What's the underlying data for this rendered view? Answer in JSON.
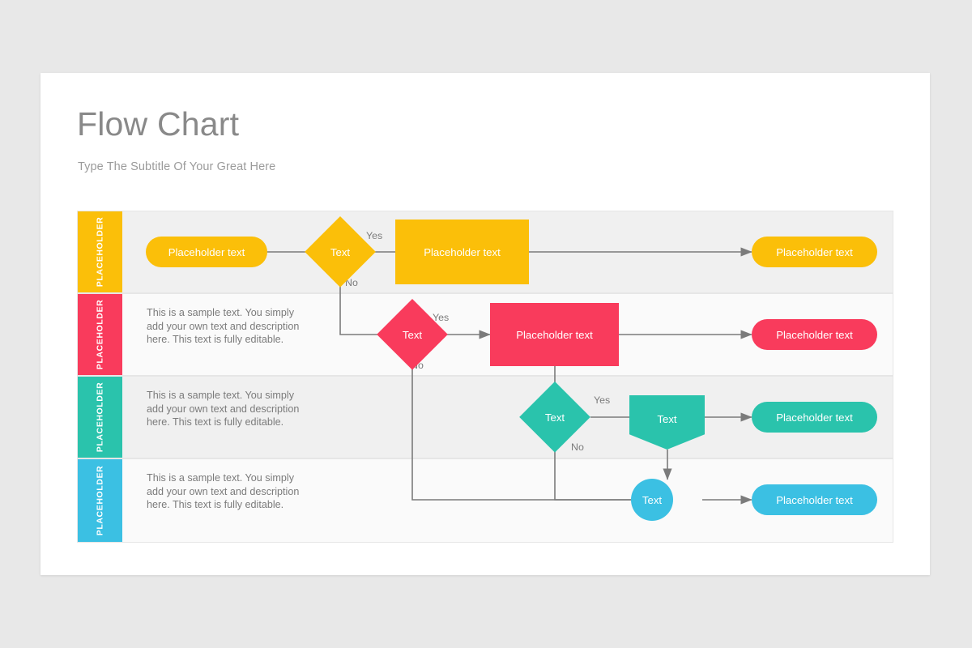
{
  "slide": {
    "title": "Flow Chart",
    "subtitle": "Type The Subtitle Of Your Great Here"
  },
  "colors": {
    "background": "#e8e8e8",
    "slide": "#ffffff",
    "title": "#898989",
    "subtitle": "#9b9b9b",
    "band_dark": "#f0f0f0",
    "band_light": "#fafafa",
    "connector": "#7b7b7b",
    "yellow": "#fbbf09",
    "pink": "#f93b5c",
    "teal": "#2ac3ac",
    "blue": "#3bc0e3"
  },
  "rows": [
    {
      "tab_label": "PLACEHOLDER",
      "color": "#fbbf09",
      "description": "",
      "start_label": "Placeholder text",
      "decision_label": "Text",
      "process_label": "Placeholder text",
      "end_label": "Placeholder text",
      "yes_label": "Yes",
      "no_label": "No"
    },
    {
      "tab_label": "PLACEHOLDER",
      "color": "#f93b5c",
      "description": "This is a sample text. You simply add your own text and description here. This text is fully editable.",
      "decision_label": "Text",
      "process_label": "Placeholder text",
      "end_label": "Placeholder text",
      "yes_label": "Yes",
      "no_label": "No"
    },
    {
      "tab_label": "PLACEHOLDER",
      "color": "#2ac3ac",
      "description": "This is a sample text. You simply add your own text and description here. This text is fully editable.",
      "decision_label": "Text",
      "process_label": "Text",
      "end_label": "Placeholder text",
      "yes_label": "Yes",
      "no_label": "No"
    },
    {
      "tab_label": "PLACEHOLDER",
      "color": "#3bc0e3",
      "description": "This is a sample text. You simply add your own text and description here. This text is fully editable.",
      "node_label": "Text",
      "end_label": "Placeholder text"
    }
  ]
}
